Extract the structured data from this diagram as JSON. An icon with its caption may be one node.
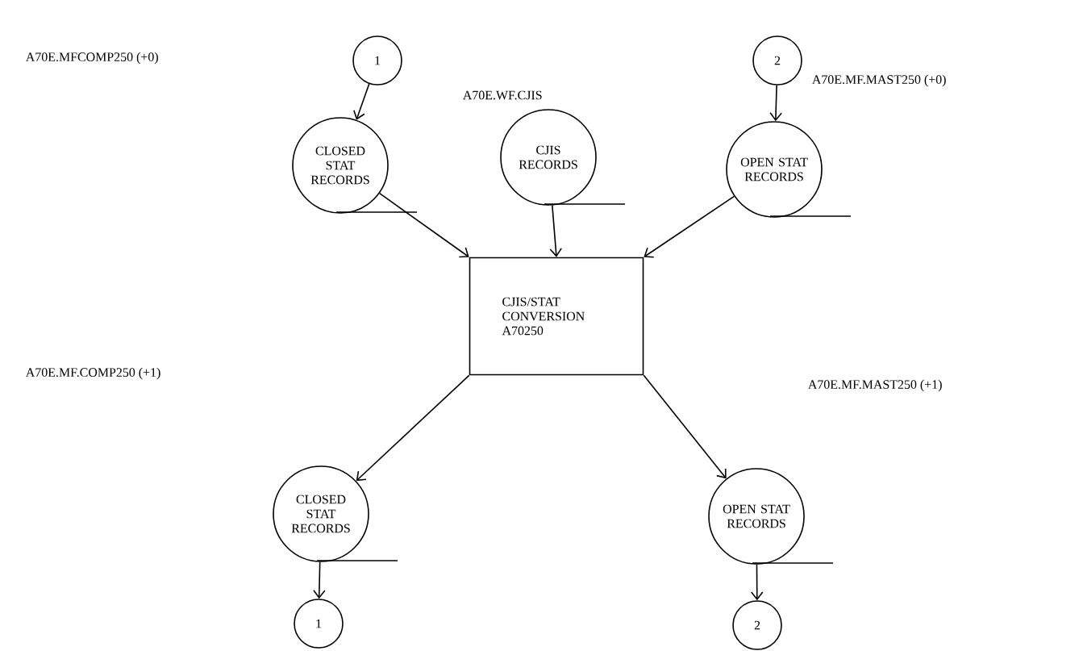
{
  "diagram": {
    "nodes": [
      {
        "text": [
          "1"
        ]
      },
      {
        "text": [
          "CLOSED STAT RECORDS"
        ]
      },
      {
        "text": [
          "CJIS RECORDS"
        ],
        "beside": [
          "A70E.WF.CJIS"
        ]
      },
      {
        "text": [
          "2"
        ]
      },
      {
        "text": [
          "OPEN STAT RECORDS"
        ]
      },
      {
        "text": [
          "CJIS/STAT CONVERSION A70250"
        ]
      },
      {
        "text": [
          "CLOSED STAT RECORDS"
        ]
      },
      {
        "text": [
          "1"
        ]
      },
      {
        "text": [
          "OPEN STAT RECORDS"
        ]
      },
      {
        "text": [
          "2"
        ]
      }
    ],
    "edges": [
      {
        "from": 0,
        "to": 1,
        "arrow": "to"
      },
      {
        "from": 3,
        "to": 4,
        "arrow": "to"
      },
      {
        "from": 1,
        "to": 5,
        "arrow": "to"
      },
      {
        "from": 2,
        "to": 5,
        "arrow": "to"
      },
      {
        "from": 4,
        "to": 5,
        "arrow": "to"
      },
      {
        "from": 5,
        "to": 6,
        "arrow": "to"
      },
      {
        "from": 5,
        "to": 8,
        "arrow": "to"
      },
      {
        "from": 6,
        "to": 7,
        "arrow": "to"
      },
      {
        "from": 8,
        "to": 9,
        "arrow": "to"
      }
    ],
    "labels": [
      "A70E.MFCOMP250 (+0)",
      "A70E.MF.MAST250 (+0)",
      "A70E.MF.COMP250 (+1)",
      "A70E.MF.MAST250 (+1)"
    ]
  }
}
